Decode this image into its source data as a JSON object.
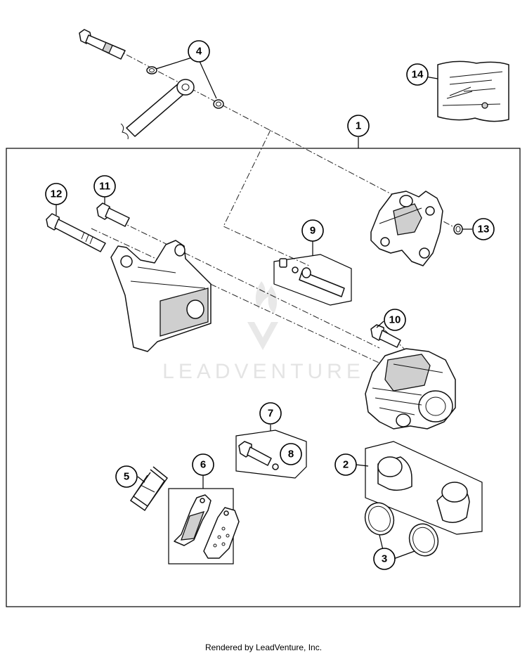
{
  "watermark": {
    "text": "LEADVENTURE"
  },
  "footer": {
    "text": "Rendered by LeadVenture, Inc."
  },
  "callouts": {
    "c1": "1",
    "c2": "2",
    "c3": "3",
    "c4": "4",
    "c5": "5",
    "c6": "6",
    "c7": "7",
    "c8": "8",
    "c9": "9",
    "c10": "10",
    "c11": "11",
    "c12": "12",
    "c13": "13",
    "c14": "14"
  }
}
